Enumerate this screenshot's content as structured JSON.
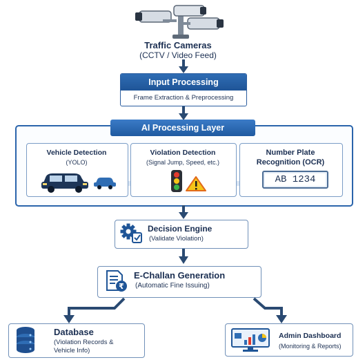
{
  "source": {
    "title": "Traffic Cameras",
    "subtitle": "(CCTV / Video Feed)",
    "icon": "cctv-camera-icon"
  },
  "input_processing": {
    "title": "Input Processing",
    "subtitle": "Frame Extraction & Preprocessing"
  },
  "ai_layer": {
    "title": "AI Processing Layer",
    "modules": [
      {
        "title": "Vehicle Detection",
        "subtitle": "(YOLO)",
        "icon": "car-icon"
      },
      {
        "title": "Violation Detection",
        "subtitle": "(Signal Jump, Speed, etc.)",
        "icon": "traffic-light-icon"
      },
      {
        "title_line1": "Number Plate",
        "title_line2": "Recognition (OCR)",
        "plate_text": "AB 1234",
        "icon": "license-plate-icon"
      }
    ]
  },
  "decision_engine": {
    "title": "Decision Engine",
    "subtitle": "(Validate Violation)",
    "icon": "gear-icon"
  },
  "echallan": {
    "title": "E-Challan Generation",
    "subtitle": "(Automatic Fine Issuing)",
    "icon": "document-icon"
  },
  "database": {
    "title": "Database",
    "subtitle_line1": "(Violation Records &",
    "subtitle_line2": "Vehicle Info)",
    "icon": "database-icon"
  },
  "admin": {
    "title": "Admin Dashboard",
    "subtitle": "(Monitoring & Reports)",
    "icon": "monitor-icon"
  },
  "colors": {
    "primary_blue": "#1f5597",
    "dark_navy": "#1b2f52",
    "warning_yellow": "#f5c518",
    "light_red": "#e23b2e",
    "light_green": "#3bb54a"
  }
}
